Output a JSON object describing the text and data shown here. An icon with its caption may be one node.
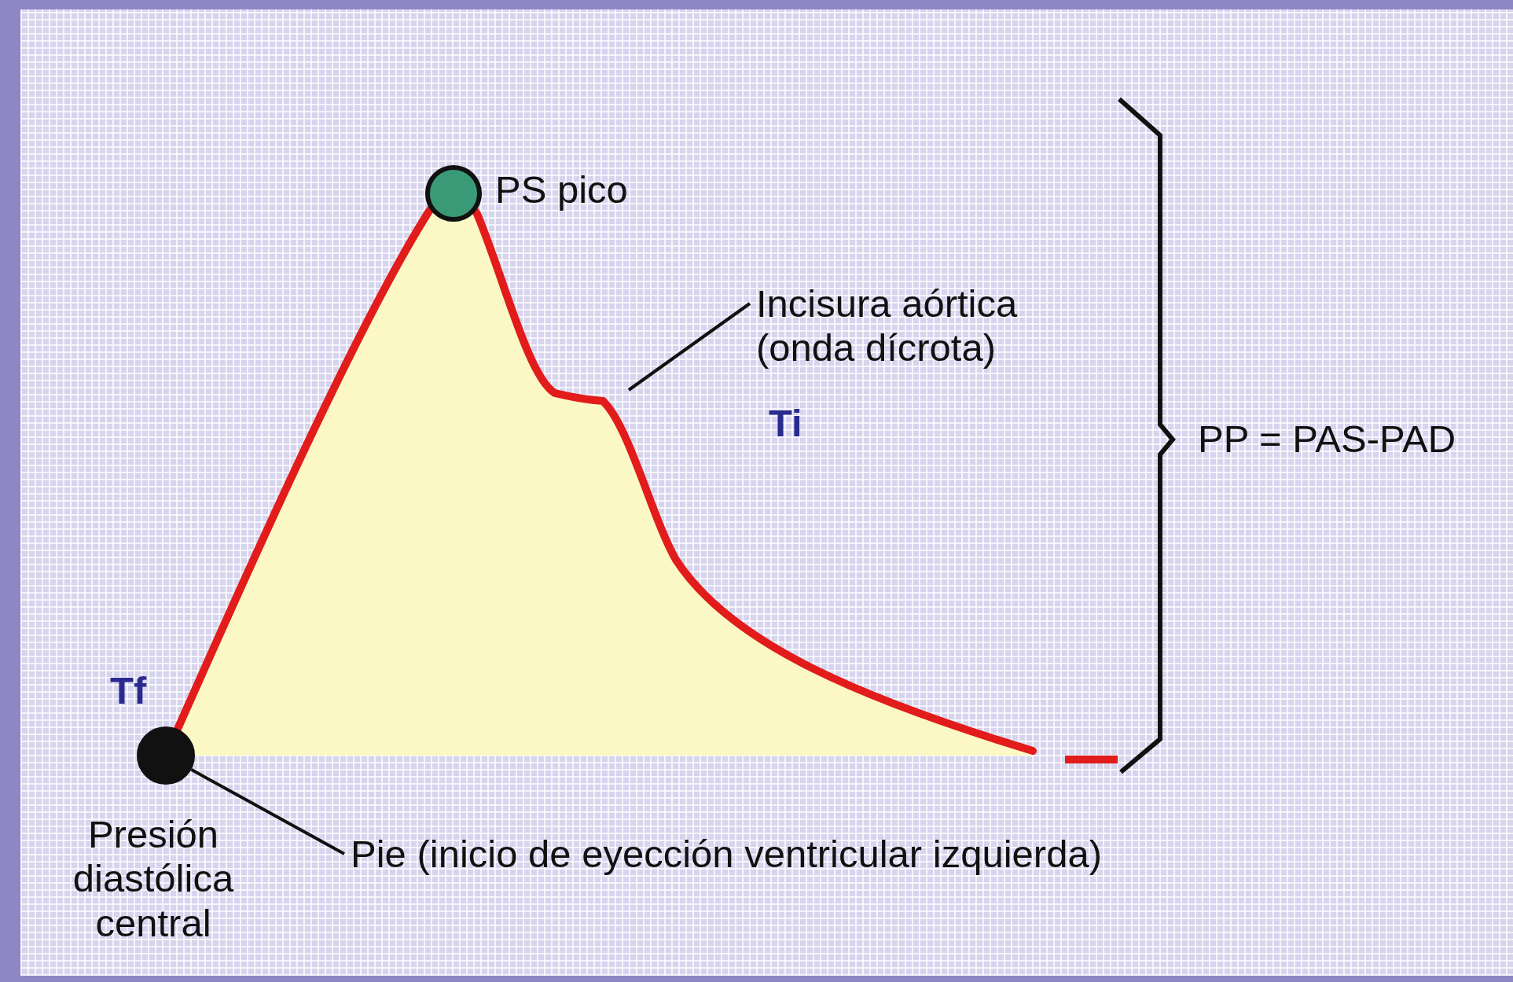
{
  "diagram": {
    "nodes": [
      {
        "text": [],
        "shape": "circle",
        "beside": [
          "PS pico"
        ]
      },
      {
        "text": [],
        "shape": "circle",
        "beside": [
          "Presión diastólica central"
        ]
      },
      {
        "text": [
          "Incisura aórtica (onda dícrota)"
        ]
      },
      {
        "text": [
          "Pie (inicio de eyección ventricular izquierda)"
        ]
      }
    ],
    "edges": [
      {
        "from": 2,
        "to": null,
        "arrow": "none"
      },
      {
        "from": 3,
        "to": 1,
        "arrow": "none"
      }
    ],
    "labels": [
      "Ti",
      "PP = PAS-PAD",
      "Tf"
    ]
  }
}
